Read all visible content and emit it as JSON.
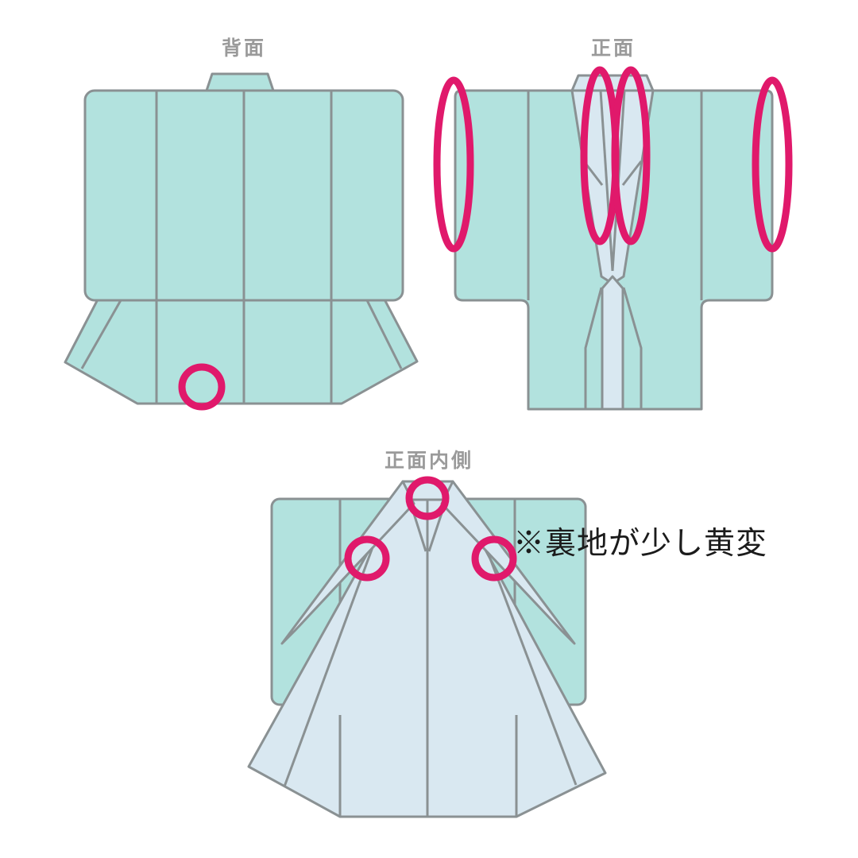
{
  "page": {
    "background": "#ffffff"
  },
  "colors": {
    "page_bg": "#ffffff",
    "garment_teal": "#b2e2de",
    "lining_blue": "#d9e8f1",
    "outline_gray": "#8a9193",
    "marker_magenta": "#e0196b",
    "title_gray": "#9a9a9a",
    "note_black": "#1b1b1b"
  },
  "diagrams": {
    "back": {
      "label": "背面"
    },
    "front": {
      "label": "正面"
    },
    "inner": {
      "label": "正面内側",
      "note": "※裏地が少し黄変"
    }
  }
}
